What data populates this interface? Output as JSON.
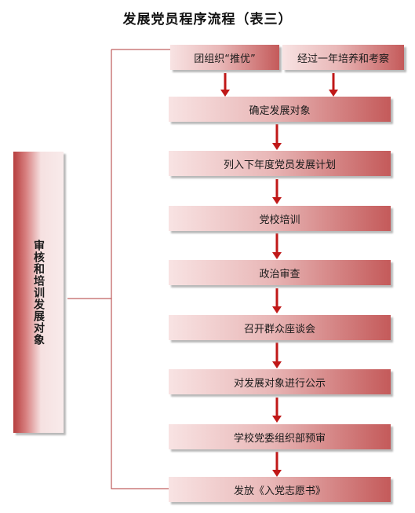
{
  "title": "发展党员程序流程（表三）",
  "side_label": "审核和培训发展对象",
  "top_boxes": [
    "团组织“推优”",
    "经过一年培养和考察"
  ],
  "steps": [
    "确定发展对象",
    "列入下年度党员发展计划",
    "党校培训",
    "政治审查",
    "召开群众座谈会",
    "对发展对象进行公示",
    "学校党委组织部预审",
    "发放《入党志愿书》"
  ],
  "colors": {
    "line": "#b03a3a",
    "arrow": "#c01818"
  }
}
